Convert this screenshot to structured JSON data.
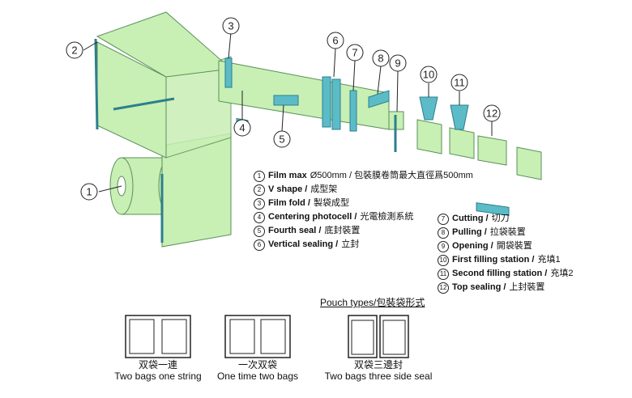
{
  "callouts": [
    "1",
    "2",
    "3",
    "4",
    "5",
    "6",
    "7",
    "8",
    "9",
    "10",
    "11",
    "12"
  ],
  "legend_left": [
    {
      "num": "1",
      "en": "Film max",
      "zh": "Ø500mm / 包裝膜卷筒最大直徑爲500mm"
    },
    {
      "num": "2",
      "en": "V shape /",
      "zh": "成型架"
    },
    {
      "num": "3",
      "en": "Film fold /",
      "zh": "製袋成型"
    },
    {
      "num": "4",
      "en": "Centering photocell /",
      "zh": "光電檢測系統"
    },
    {
      "num": "5",
      "en": "Fourth seal /",
      "zh": "底封裝置"
    },
    {
      "num": "6",
      "en": "Vertical sealing /",
      "zh": "立封"
    }
  ],
  "legend_right": [
    {
      "num": "7",
      "en": "Cutting /",
      "zh": "切刀"
    },
    {
      "num": "8",
      "en": "Pulling /",
      "zh": "拉袋裝置"
    },
    {
      "num": "9",
      "en": "Opening /",
      "zh": "開袋裝置"
    },
    {
      "num": "10",
      "en": "First filling station /",
      "zh": "充填1"
    },
    {
      "num": "11",
      "en": "Second filling station /",
      "zh": "充填2"
    },
    {
      "num": "12",
      "en": "Top sealing /",
      "zh": "上封裝置"
    }
  ],
  "pouch_types_title": "Pouch types/包裝袋形式",
  "pouches": [
    {
      "zh": "双袋一連",
      "en": "Two bags one string"
    },
    {
      "zh": "一次双袋",
      "en": "One time two bags"
    },
    {
      "zh": "双袋三邊封",
      "en": "Two bags three side seal"
    }
  ],
  "colors": {
    "film": "#c8efb4",
    "film_edge": "#5a8f5a",
    "machine": "#5bbcc8",
    "machine_dark": "#2c7f8c",
    "outline": "#222222"
  }
}
